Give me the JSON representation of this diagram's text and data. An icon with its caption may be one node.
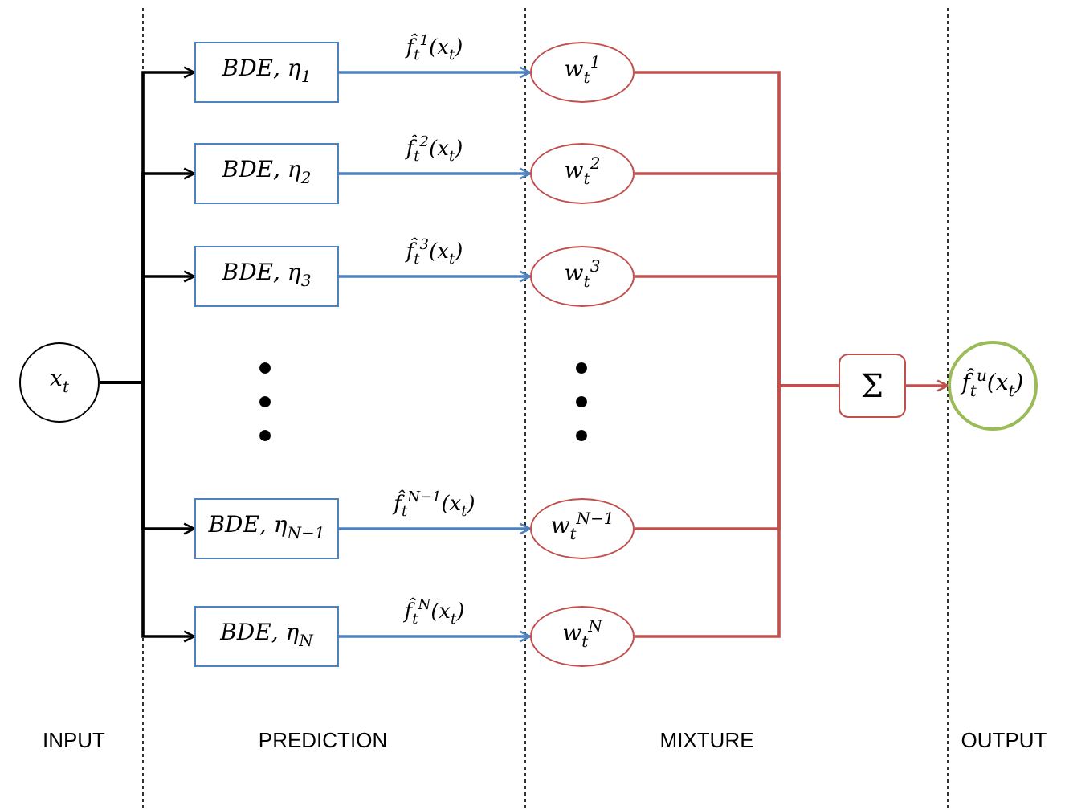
{
  "diagram": {
    "nodes": [
      {
        "text": [
          "x$_{t}$"
        ]
      },
      {
        "text": [
          "BDE, η$_{1}$"
        ]
      },
      {
        "text": [
          "BDE, η$_{2}$"
        ]
      },
      {
        "text": [
          "BDE, η$_{3}$"
        ]
      },
      {
        "text": [
          "BDE, η$_{N−1}$"
        ]
      },
      {
        "text": [
          "BDE, η$_{N}$"
        ]
      },
      {
        "text": [
          "w$_{t}$$^{1}$"
        ]
      },
      {
        "text": [
          "w$_{t}$$^{2}$"
        ]
      },
      {
        "text": [
          "w$_{t}$$^{3}$"
        ]
      },
      {
        "text": [
          "w$_{t}$$^{N−1}$"
        ]
      },
      {
        "text": [
          "w$_{t}$$^{N}$"
        ]
      },
      {
        "text": [
          "Σ"
        ]
      },
      {
        "text": [
          "f̂$_{t}$$^{u}$(x$_{t}$)"
        ]
      }
    ],
    "edges": [
      {
        "from": 0,
        "to": 1,
        "arrow": "to",
        "color": "#000000"
      },
      {
        "from": 0,
        "to": 2,
        "arrow": "to",
        "color": "#000000"
      },
      {
        "from": 0,
        "to": 3,
        "arrow": "to",
        "color": "#000000"
      },
      {
        "from": 0,
        "to": 4,
        "arrow": "to",
        "color": "#000000"
      },
      {
        "from": 0,
        "to": 5,
        "arrow": "to",
        "color": "#000000"
      },
      {
        "from": 1,
        "to": 6,
        "arrow": "to",
        "label": "f̂$_{t}$$^{1}$(x$_{t}$)",
        "color": "#4f81bd"
      },
      {
        "from": 2,
        "to": 7,
        "arrow": "to",
        "label": "f̂$_{t}$$^{2}$(x$_{t}$)",
        "color": "#4f81bd"
      },
      {
        "from": 3,
        "to": 8,
        "arrow": "to",
        "label": "f̂$_{t}$$^{3}$(x$_{t}$)",
        "color": "#4f81bd"
      },
      {
        "from": 4,
        "to": 9,
        "arrow": "to",
        "label": "f̂$_{t}$$^{N−1}$(x$_{t}$)",
        "color": "#4f81bd"
      },
      {
        "from": 5,
        "to": 10,
        "arrow": "to",
        "label": "f̂$_{t}$$^{N}$(x$_{t}$)",
        "color": "#4f81bd"
      },
      {
        "from": 6,
        "to": 11,
        "arrow": "none"
      },
      {
        "from": 7,
        "to": 11,
        "arrow": "none"
      },
      {
        "from": 8,
        "to": 11,
        "arrow": "none"
      },
      {
        "from": 9,
        "to": 11,
        "arrow": "none"
      },
      {
        "from": 10,
        "to": 11,
        "arrow": "none"
      },
      {
        "from": 11,
        "to": 12,
        "arrow": "to"
      }
    ],
    "labels": [
      "INPUT",
      "PREDICTION",
      "MIXTURE",
      "OUTPUT"
    ]
  }
}
